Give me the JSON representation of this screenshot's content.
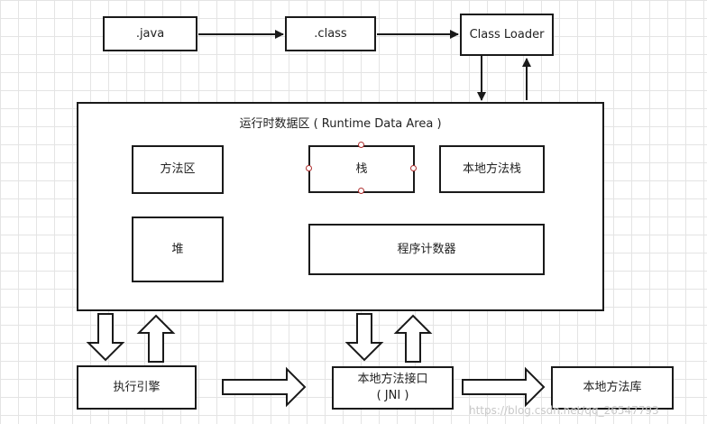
{
  "nodes": {
    "java": ".java",
    "class": ".class",
    "class_loader": "Class Loader",
    "runtime_area_title": "运行时数据区 ( Runtime Data Area )",
    "method_area": "方法区",
    "stack": "栈",
    "native_method_stack": "本地方法栈",
    "heap": "堆",
    "program_counter": "程序计数器",
    "execution_engine": "执行引擎",
    "native_interface_line1": "本地方法接口",
    "native_interface_line2": "( JNI )",
    "native_library": "本地方法库"
  },
  "watermark": "https://blog.csdn.net/qq_26547793"
}
